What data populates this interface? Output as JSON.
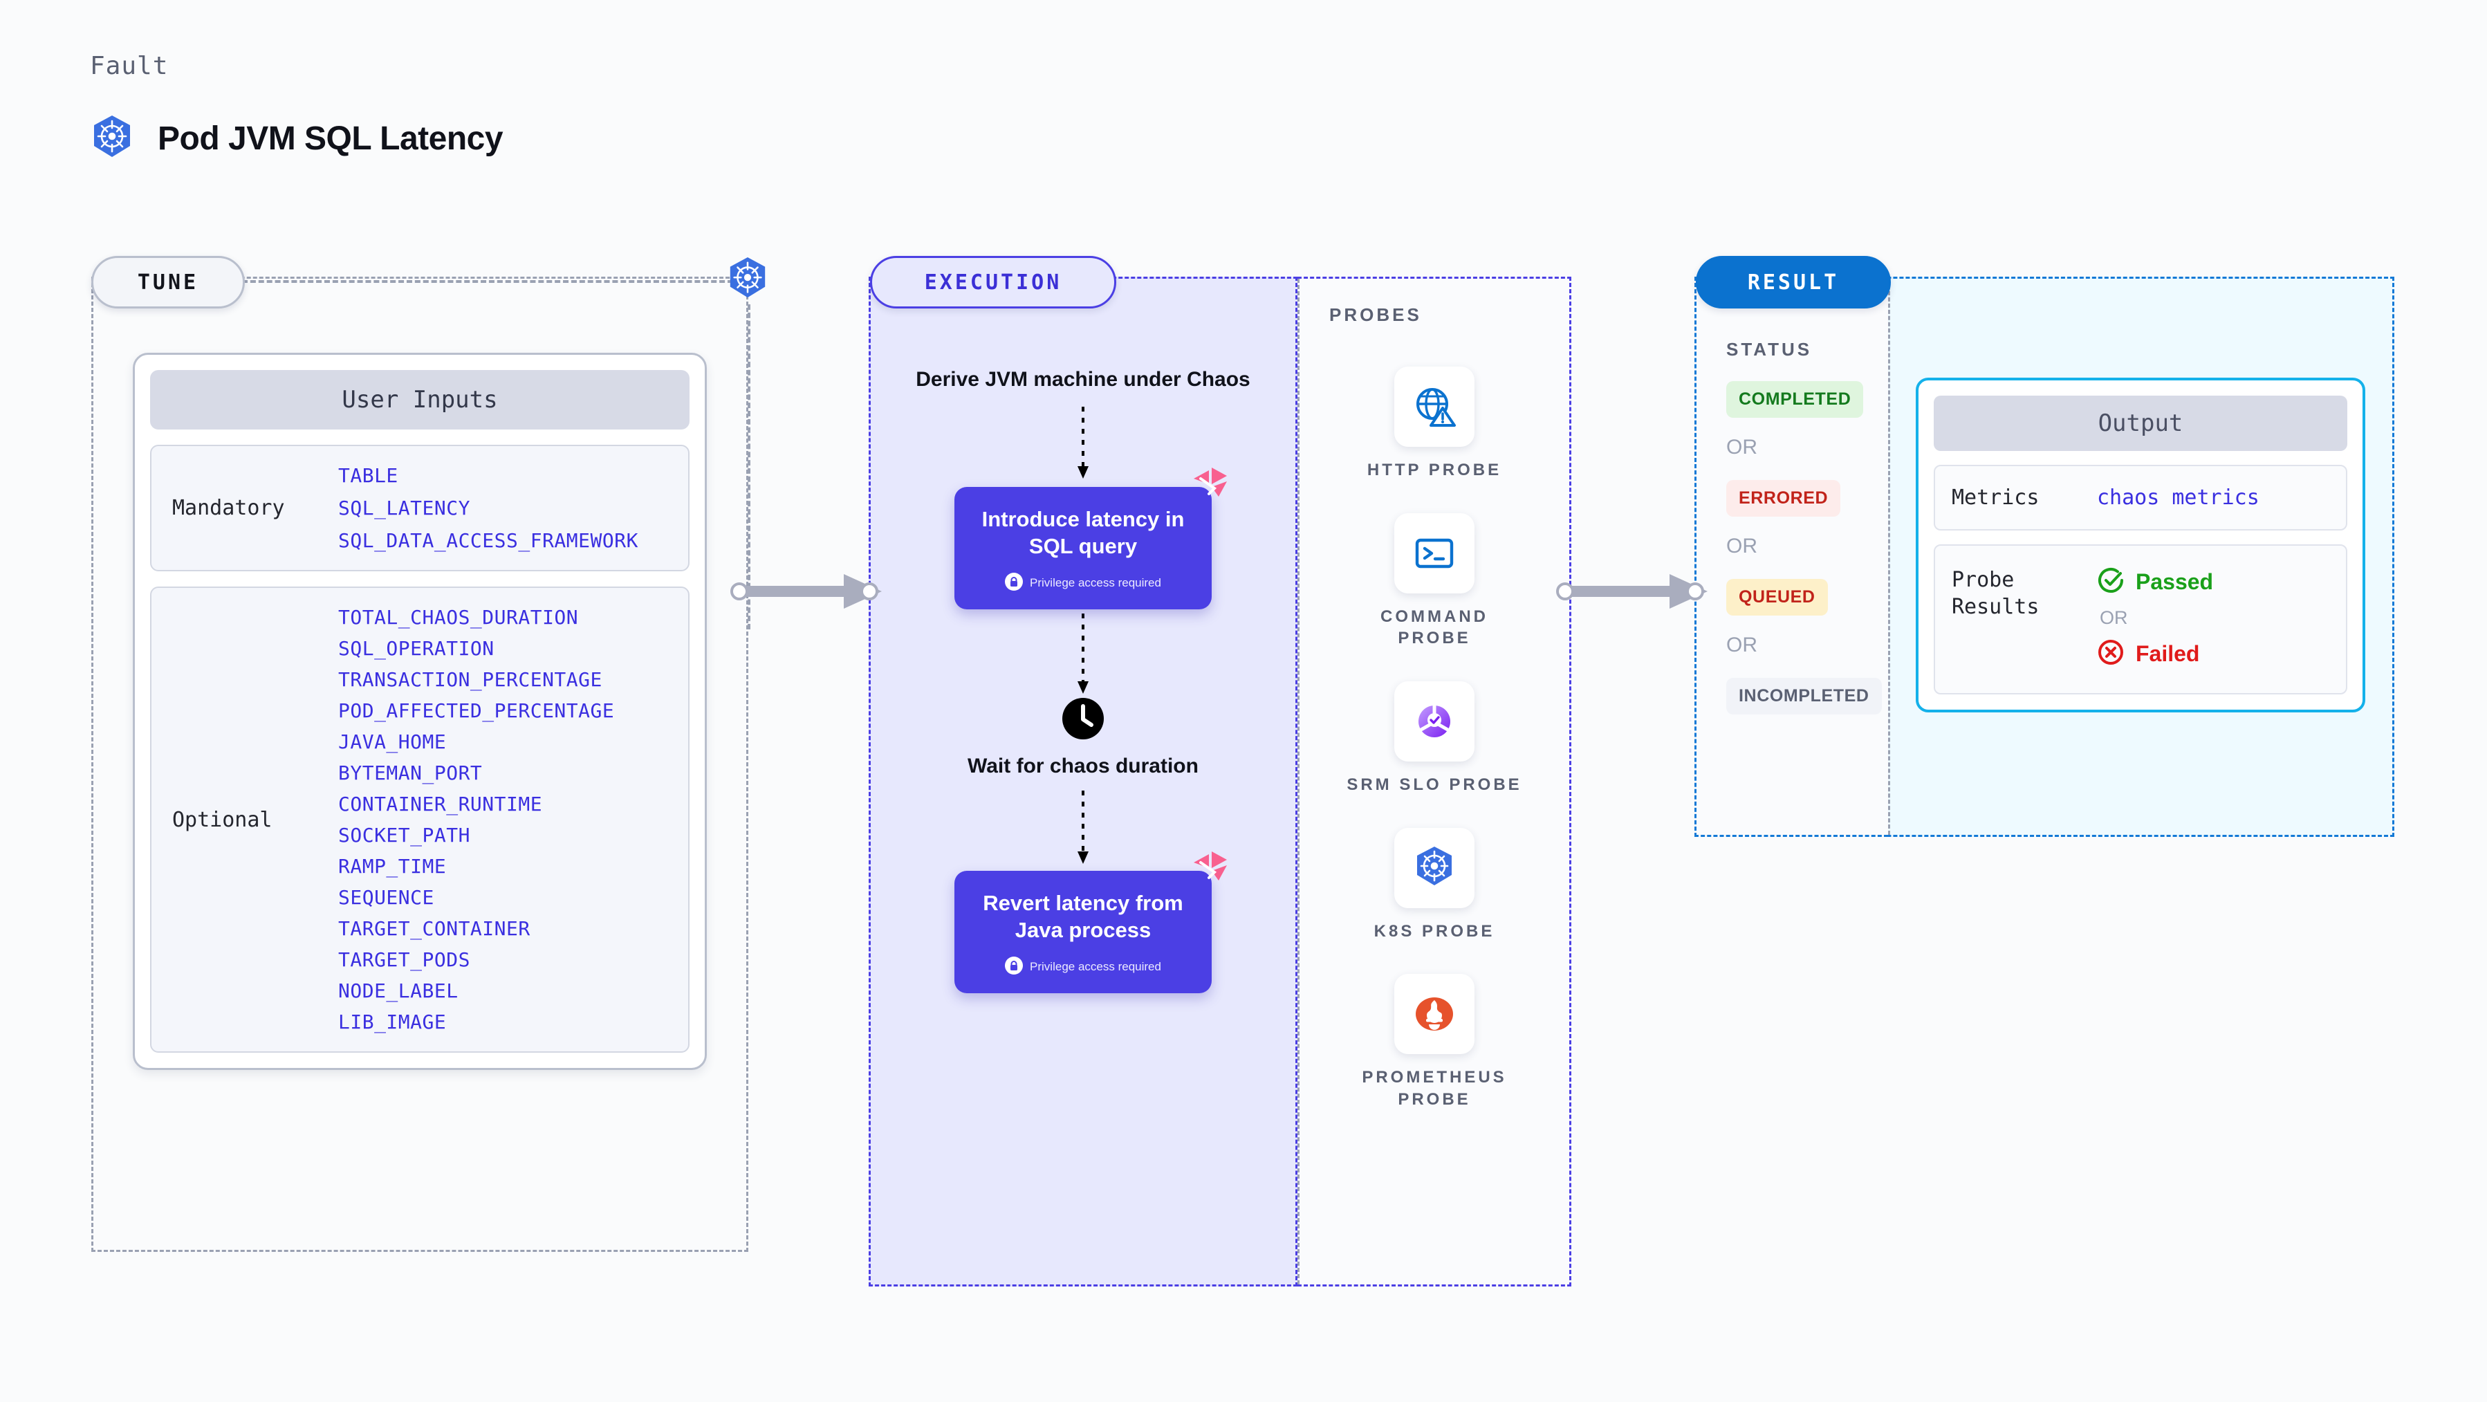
{
  "header": {
    "eyebrow": "Fault",
    "title": "Pod JVM SQL Latency",
    "icon": "kubernetes-icon"
  },
  "tune": {
    "pill_label": "TUNE",
    "edge_icon": "kubernetes-icon",
    "user_inputs_title": "User Inputs",
    "groups": [
      {
        "label": "Mandatory",
        "params": [
          "TABLE",
          "SQL_LATENCY",
          "SQL_DATA_ACCESS_FRAMEWORK"
        ]
      },
      {
        "label": "Optional",
        "params": [
          "TOTAL_CHAOS_DURATION",
          "SQL_OPERATION",
          "TRANSACTION_PERCENTAGE",
          "POD_AFFECTED_PERCENTAGE",
          "JAVA_HOME",
          "BYTEMAN_PORT",
          "CONTAINER_RUNTIME",
          "SOCKET_PATH",
          "RAMP_TIME",
          "SEQUENCE",
          "TARGET_CONTAINER",
          "TARGET_PODS",
          "NODE_LABEL",
          "LIB_IMAGE"
        ]
      }
    ]
  },
  "execution": {
    "pill_label": "EXECUTION",
    "step_derive": "Derive JVM machine under Chaos",
    "card_inject": {
      "title": "Introduce latency in SQL query",
      "privilege": "Privilege access required",
      "badge": "litmus-logo-icon",
      "lock": "lock-icon"
    },
    "step_wait": "Wait for chaos duration",
    "wait_icon": "clock-icon",
    "card_revert": {
      "title": "Revert latency from Java process",
      "privilege": "Privilege access required",
      "badge": "litmus-logo-icon",
      "lock": "lock-icon"
    }
  },
  "probes": {
    "title": "PROBES",
    "items": [
      {
        "label": "HTTP PROBE",
        "icon": "globe-warning-icon"
      },
      {
        "label": "COMMAND PROBE",
        "icon": "terminal-icon"
      },
      {
        "label": "SRM SLO PROBE",
        "icon": "srm-slo-icon"
      },
      {
        "label": "K8S PROBE",
        "icon": "kubernetes-icon"
      },
      {
        "label": "PROMETHEUS PROBE",
        "icon": "prometheus-icon"
      }
    ]
  },
  "result": {
    "pill_label": "RESULT",
    "status_title": "STATUS",
    "or_label": "OR",
    "statuses": [
      {
        "label": "COMPLETED",
        "color": "#147a1e",
        "bg": "#dff5de"
      },
      {
        "label": "ERRORED",
        "color": "#c1231a",
        "bg": "#fdeceb"
      },
      {
        "label": "QUEUED",
        "color": "#c1231a",
        "bg": "#fdf0c9"
      },
      {
        "label": "INCOMPLETED",
        "color": "#5a6072",
        "bg": "#f1f3f8"
      }
    ],
    "output": {
      "title": "Output",
      "metrics_key": "Metrics",
      "metrics_value": "chaos metrics",
      "probe_results_key": "Probe Results",
      "passed_label": "Passed",
      "passed_icon": "check-circle-icon",
      "failed_label": "Failed",
      "failed_icon": "x-circle-icon",
      "or_label": "OR"
    }
  },
  "colors": {
    "accent_purple": "#4b3fe4",
    "param_blue": "#3a2fe0",
    "result_blue": "#0b72cf",
    "output_border": "#14b1ea",
    "litmus_pink": "#f8608f",
    "k8s_blue": "#3a6fe0",
    "passed_green": "#1aa01a",
    "failed_red": "#e01b1b"
  }
}
